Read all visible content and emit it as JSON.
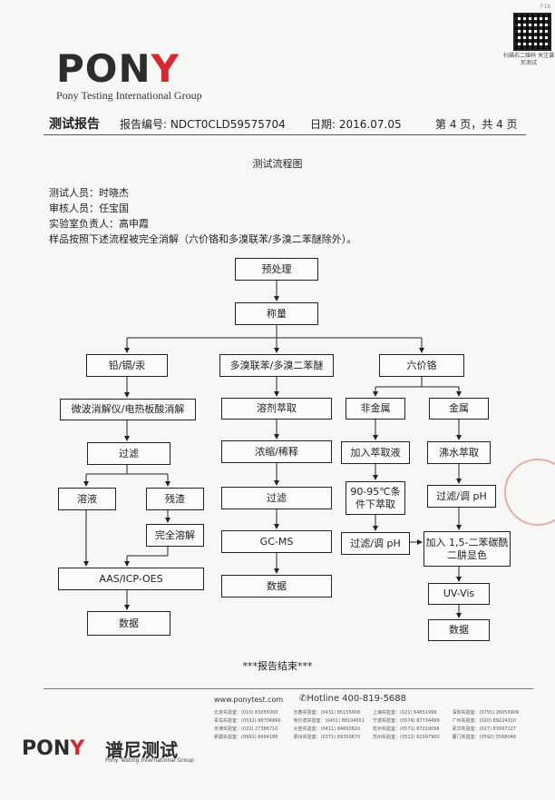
{
  "header": {
    "logo_text_main": "PON",
    "logo_text_accent": "Y",
    "logo_subtitle": "Pony Testing International Group",
    "qr_caption": "扫描右二维码 关注谱尼测试",
    "corner_mark": "F16",
    "report_title": "测试报告",
    "report_no_label": "报告编号:",
    "report_no": "NDCT0CLD59575704",
    "date_label": "日期:",
    "date": "2016.07.05",
    "page_info": "第 4 页，共 4 页"
  },
  "section_title": "测试流程图",
  "info": {
    "tester": "测试人员：时晓杰",
    "reviewer": "审核人员：任宝国",
    "lab_head": "实验室负责人：高申霞",
    "note": "样品按照下述流程被完全消解（六价铬和多溴联苯/多溴二苯醚除外）。"
  },
  "flow": {
    "pretreat": "预处理",
    "weigh": "称量",
    "col1": {
      "head": "铅/镉/汞",
      "digest": "微波消解仪/电热板酸消解",
      "filter": "过滤",
      "solution": "溶液",
      "residue": "残渣",
      "dissolve": "完全溶解",
      "instrument": "AAS/ICP-OES",
      "data": "数据"
    },
    "col2": {
      "head": "多溴联苯/多溴二苯醚",
      "extract": "溶剂萃取",
      "concentrate": "浓缩/稀释",
      "filter": "过滤",
      "instrument": "GC-MS",
      "data": "数据"
    },
    "col3": {
      "head": "六价铬",
      "nonmetal": "非金属",
      "add_extract": "加入萃取液",
      "heat_extract": "90-95℃条件下萃取",
      "filter_ph": "过滤/调 pH",
      "metal": "金属",
      "boil_extract": "沸水萃取",
      "filter_ph2": "过滤/调 pH",
      "color": "加入 1,5-二苯碳酰二肼显色",
      "instrument": "UV-Vis",
      "data": "数据"
    }
  },
  "end_text": "***报告结束***",
  "footer": {
    "logo_main": "PON",
    "logo_accent": "Y",
    "cn_name": "谱尼测试",
    "en_name": "Pony Testing International Group",
    "website": "www.ponytest.com",
    "hotline": "Hotline 400-819-5688",
    "offices": [
      "北京实验室：(010) 83055000",
      "长春实验室：(0431) 85155908",
      "上海实验室：(021) 64851999",
      "深圳实验室：(0755) 26050909",
      "青岛实验室：(0532) 88706866",
      "哈尔滨实验室：(0451) 88104651",
      "宁波实验室：(0574) 87734499",
      "广州实验室：(020) 89224310",
      "天津实验室：(022) 27366710",
      "大连实验室：(0411) 84650820",
      "杭州实验室：(0571) 87219096",
      "武汉实验室：(027) 83997127",
      "新疆实验室：(0991) 6684186",
      "郑州实验室：(0371) 69350670",
      "苏州实验室：(0512) 62997900",
      "厦门实验室：(0592) 5568048"
    ]
  }
}
